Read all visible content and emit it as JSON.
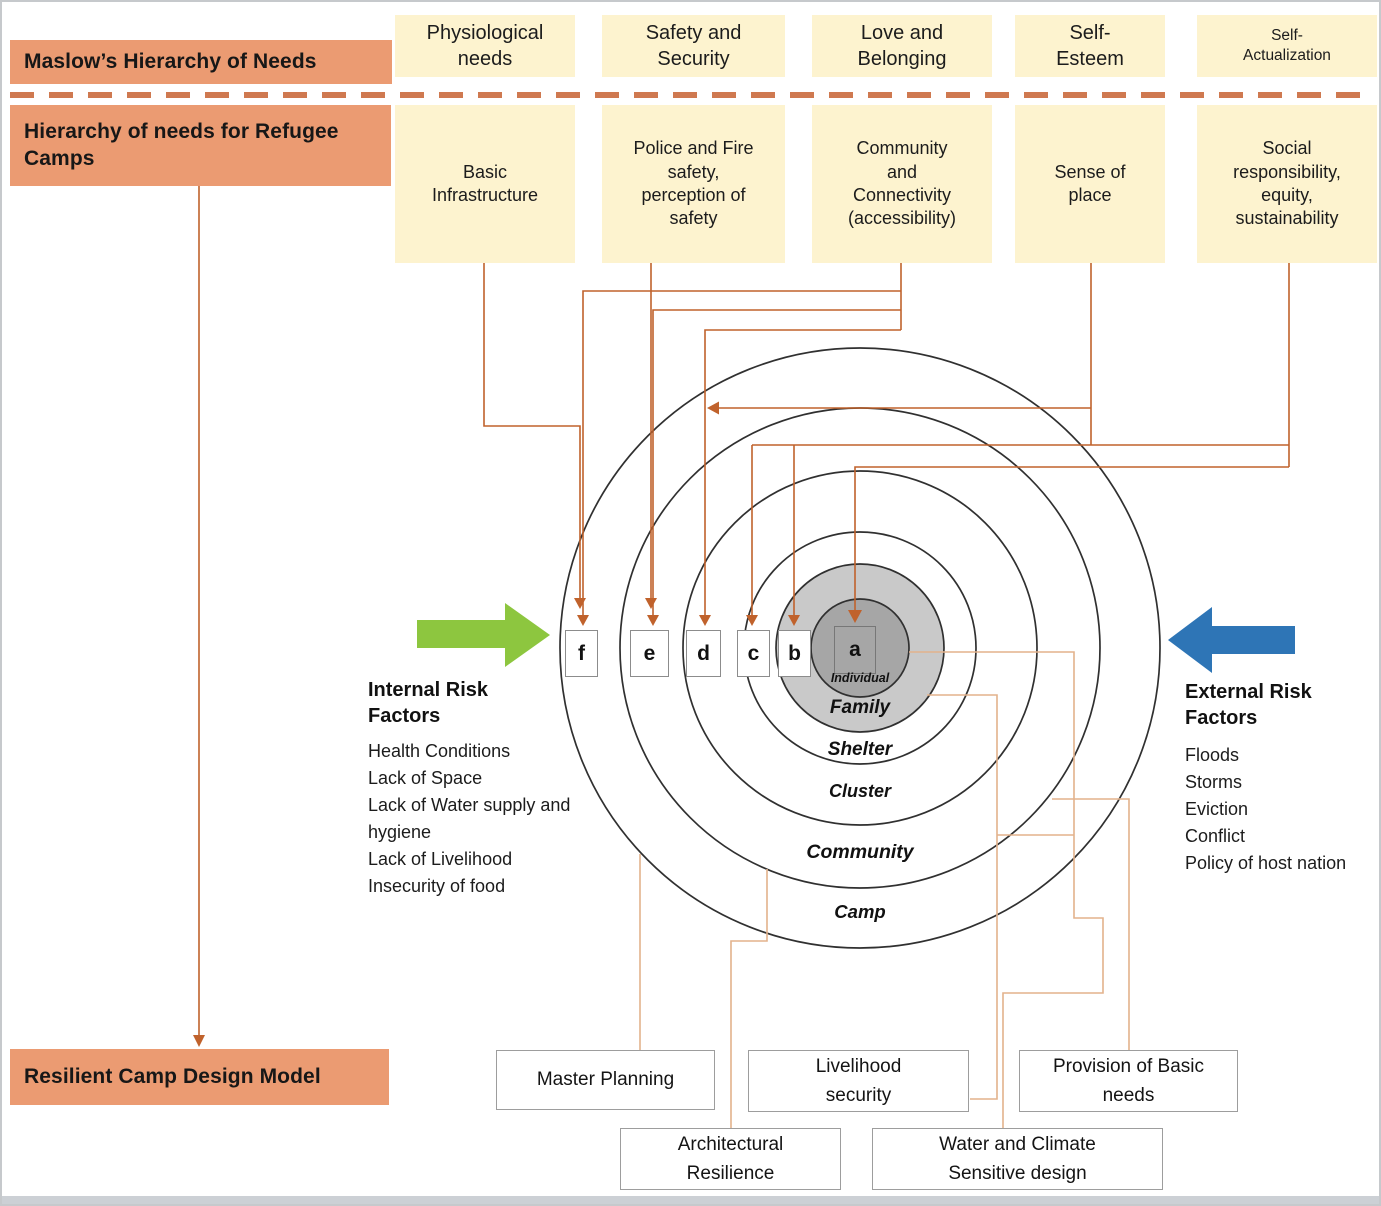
{
  "maslow": {
    "header": "Maslow’s Hierarchy of Needs",
    "items": [
      "Physiological needs",
      "Safety and Security",
      "Love and Belonging",
      "Self-Esteem",
      "Self-Actualization"
    ]
  },
  "refugee": {
    "header": "Hierarchy of needs for Refugee Camps",
    "items": [
      "Basic Infrastructure",
      "Police and Fire safety, perception of safety",
      "Community and Connectivity (accessibility)",
      "Sense of place",
      "Social responsibility, equity, sustainability"
    ]
  },
  "rings": {
    "scales": [
      "Individual",
      "Family",
      "Shelter",
      "Cluster",
      "Community",
      "Camp"
    ],
    "letters": [
      "a",
      "b",
      "c",
      "d",
      "e",
      "f"
    ]
  },
  "internal_risk": {
    "title": "Internal Risk Factors",
    "items": [
      "Health Conditions",
      "Lack of Space",
      "Lack of Water supply and hygiene",
      "Lack of Livelihood",
      "Insecurity of food"
    ]
  },
  "external_risk": {
    "title": "External Risk Factors",
    "items": [
      "Floods",
      "Storms",
      "Eviction",
      "Conflict",
      "Policy of host nation"
    ]
  },
  "design_model": {
    "label": "Resilient Camp Design Model",
    "strategies": [
      "Master Planning",
      "Livelihood security",
      "Provision of Basic needs",
      "Architectural Resilience",
      "Water and Climate Sensitive design"
    ]
  },
  "colors": {
    "header_orange": "#EB9B72",
    "needs_yellow": "#FDF3CF",
    "dashed_divider": "#CF7950",
    "connector_dark": "#C0622C",
    "connector_light": "#E3B28C",
    "internal_arrow_green": "#8DC63F",
    "external_arrow_blue": "#2E75B6",
    "family_gray": "#C9C9C9",
    "individual_gray": "#A6A6A6",
    "ring_stroke": "#303030"
  }
}
